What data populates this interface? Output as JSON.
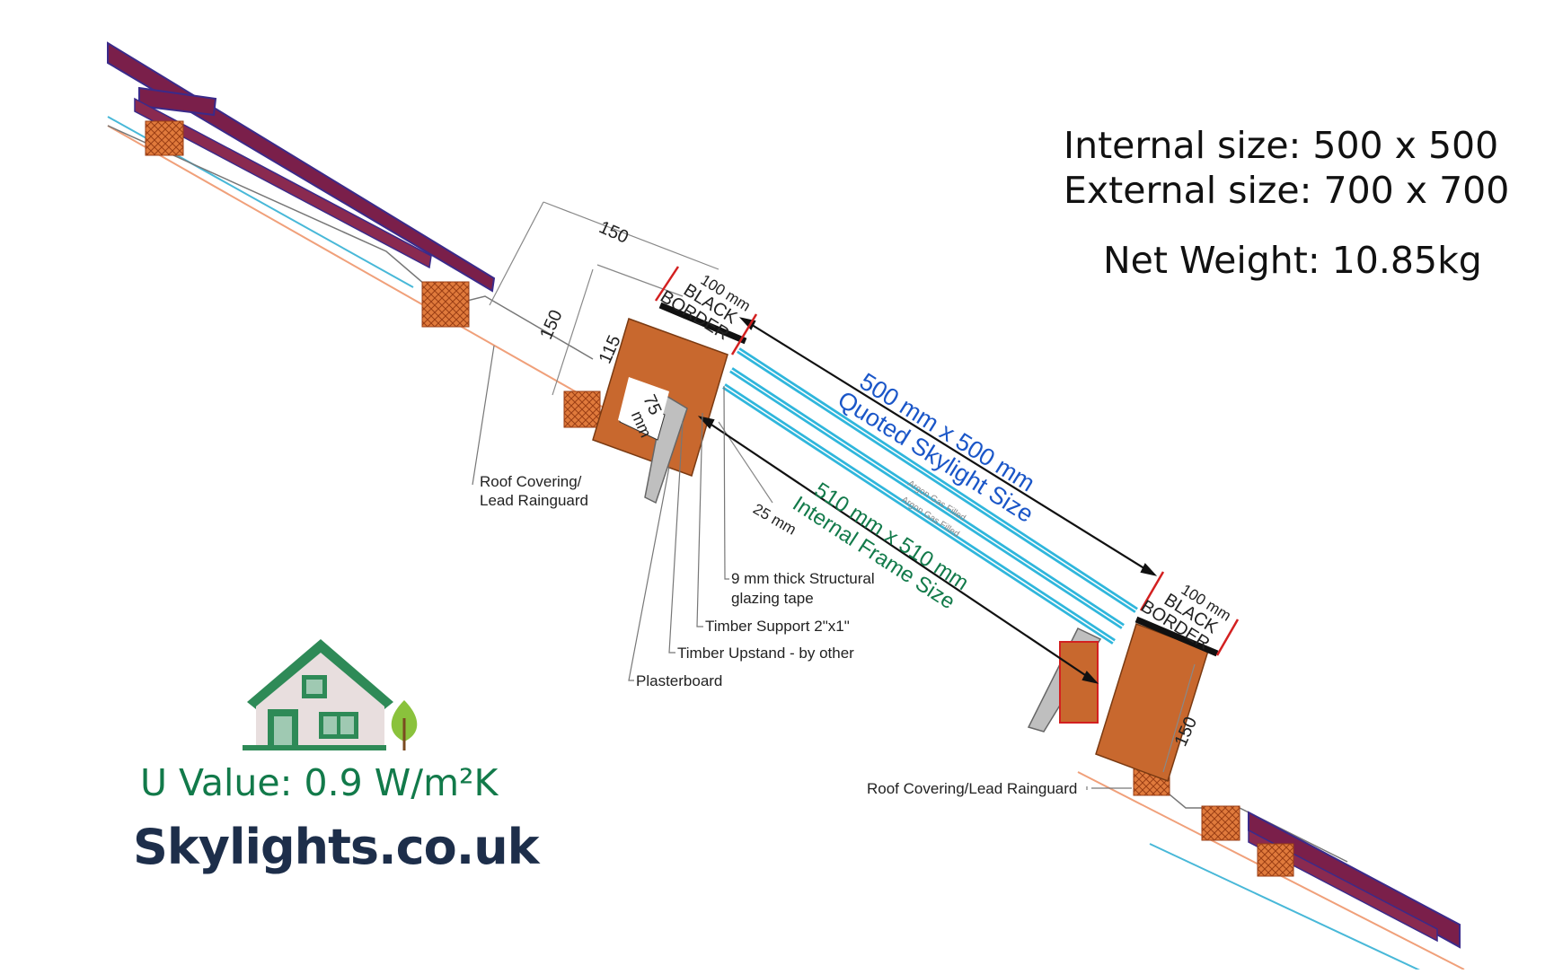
{
  "specs": {
    "internal": "Internal size: 500 x 500",
    "external": "External size: 700 x 700",
    "weight": "Net Weight: 10.85kg"
  },
  "uvalue": "U Value: 0.9 W/m²K",
  "brand": "Skylights.co.uk",
  "dims": {
    "d150_top": "150",
    "d150_left": "150",
    "d115": "115",
    "d75": "75",
    "d75_unit": "mm",
    "d25": "25 mm",
    "d150_right": "150"
  },
  "border_label": {
    "l1": "100 mm",
    "l2": "BLACK",
    "l3": "BORDER"
  },
  "quoted": {
    "l1": "500 mm x 500 mm",
    "l2": "Quoted Skylight Size"
  },
  "frame": {
    "l1": "510 mm x 510 mm",
    "l2": "Internal Frame Size"
  },
  "argon": "Argon Gas Filled",
  "labels": {
    "roof_left_1": "Roof Covering/",
    "roof_left_2": "Lead Rainguard",
    "tape_1": "9 mm thick Structural",
    "tape_2": "glazing tape",
    "timber_support": "Timber Support 2\"x1\"",
    "timber_upstand": "Timber Upstand - by other",
    "plasterboard": "Plasterboard",
    "roof_right": "Roof Covering/Lead Rainguard"
  },
  "colors": {
    "tile": "#7a1f4a",
    "tile_edge": "#3a2a8a",
    "timber": "#c8682e",
    "glass": "#2fb6dc",
    "quoted": "#1a56c8",
    "frame": "#127a4a",
    "house": "#2e8a57"
  }
}
